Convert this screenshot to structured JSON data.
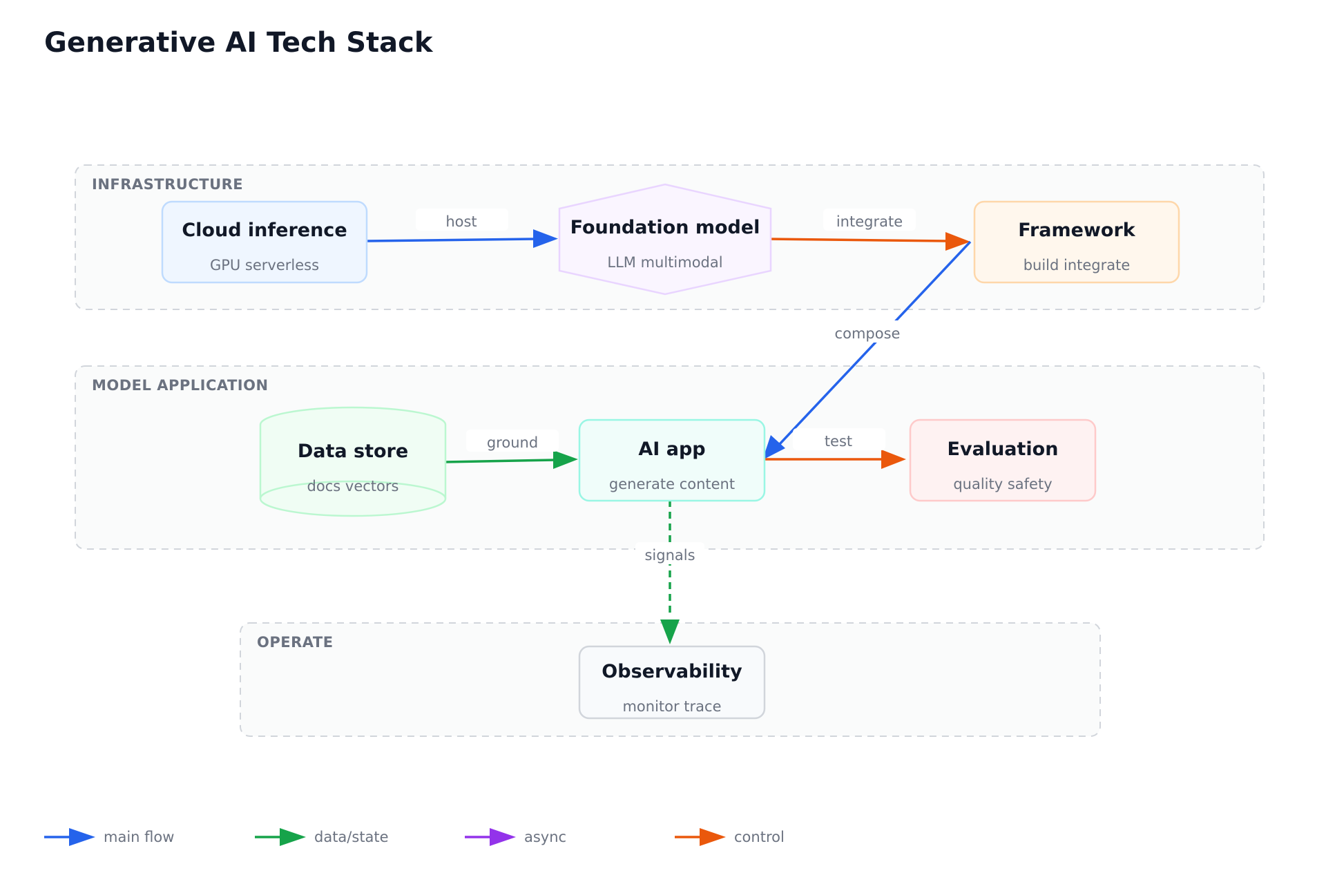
{
  "title": "Generative AI Tech Stack",
  "groups": {
    "infrastructure": {
      "label": "INFRASTRUCTURE"
    },
    "model_application": {
      "label": "MODEL APPLICATION"
    },
    "operate": {
      "label": "OPERATE"
    }
  },
  "nodes": {
    "cloud_inference": {
      "title": "Cloud inference",
      "subtitle": "GPU serverless",
      "shape": "rounded-rect",
      "fill": "#eff6ff",
      "stroke": "#bfdbfe"
    },
    "foundation_model": {
      "title": "Foundation model",
      "subtitle": "LLM multimodal",
      "shape": "hexagon",
      "fill": "#faf5ff",
      "stroke": "#e9d5ff"
    },
    "framework": {
      "title": "Framework",
      "subtitle": "build integrate",
      "shape": "rounded-rect",
      "fill": "#fff7ed",
      "stroke": "#fed7aa"
    },
    "data_store": {
      "title": "Data store",
      "subtitle": "docs vectors",
      "shape": "cylinder",
      "fill": "#f0fdf4",
      "stroke": "#bbf7d0"
    },
    "ai_app": {
      "title": "AI app",
      "subtitle": "generate content",
      "shape": "rounded-rect",
      "fill": "#f0fdfa",
      "stroke": "#99f6e4"
    },
    "evaluation": {
      "title": "Evaluation",
      "subtitle": "quality safety",
      "shape": "rounded-rect",
      "fill": "#fef2f2",
      "stroke": "#fecaca"
    },
    "observability": {
      "title": "Observability",
      "subtitle": "monitor trace",
      "shape": "rounded-rect",
      "fill": "#f8fafc",
      "stroke": "#d1d5db"
    }
  },
  "edges": {
    "host": {
      "label": "host",
      "from": "Cloud inference",
      "to": "Foundation model",
      "kind": "main flow",
      "color": "#2563eb",
      "style": "solid"
    },
    "integrate": {
      "label": "integrate",
      "from": "Foundation model",
      "to": "Framework",
      "kind": "control",
      "color": "#ea580c",
      "style": "solid"
    },
    "compose": {
      "label": "compose",
      "from": "Framework",
      "to": "AI app",
      "kind": "main flow",
      "color": "#2563eb",
      "style": "solid"
    },
    "ground": {
      "label": "ground",
      "from": "Data store",
      "to": "AI app",
      "kind": "data/state",
      "color": "#16a34a",
      "style": "solid"
    },
    "test": {
      "label": "test",
      "from": "AI app",
      "to": "Evaluation",
      "kind": "control",
      "color": "#ea580c",
      "style": "solid"
    },
    "signals": {
      "label": "signals",
      "from": "AI app",
      "to": "Observability",
      "kind": "data/state",
      "color": "#16a34a",
      "style": "dashed"
    }
  },
  "legend": [
    {
      "label": "main flow",
      "color": "#2563eb"
    },
    {
      "label": "data/state",
      "color": "#16a34a"
    },
    {
      "label": "async",
      "color": "#9333ea"
    },
    {
      "label": "control",
      "color": "#ea580c"
    }
  ],
  "colors": {
    "title": "#111827",
    "node_text": "#111827",
    "subtitle": "#6b7280",
    "group_label": "#6b7280",
    "group_border": "#d1d5db",
    "group_fill": "#fafbfb"
  }
}
